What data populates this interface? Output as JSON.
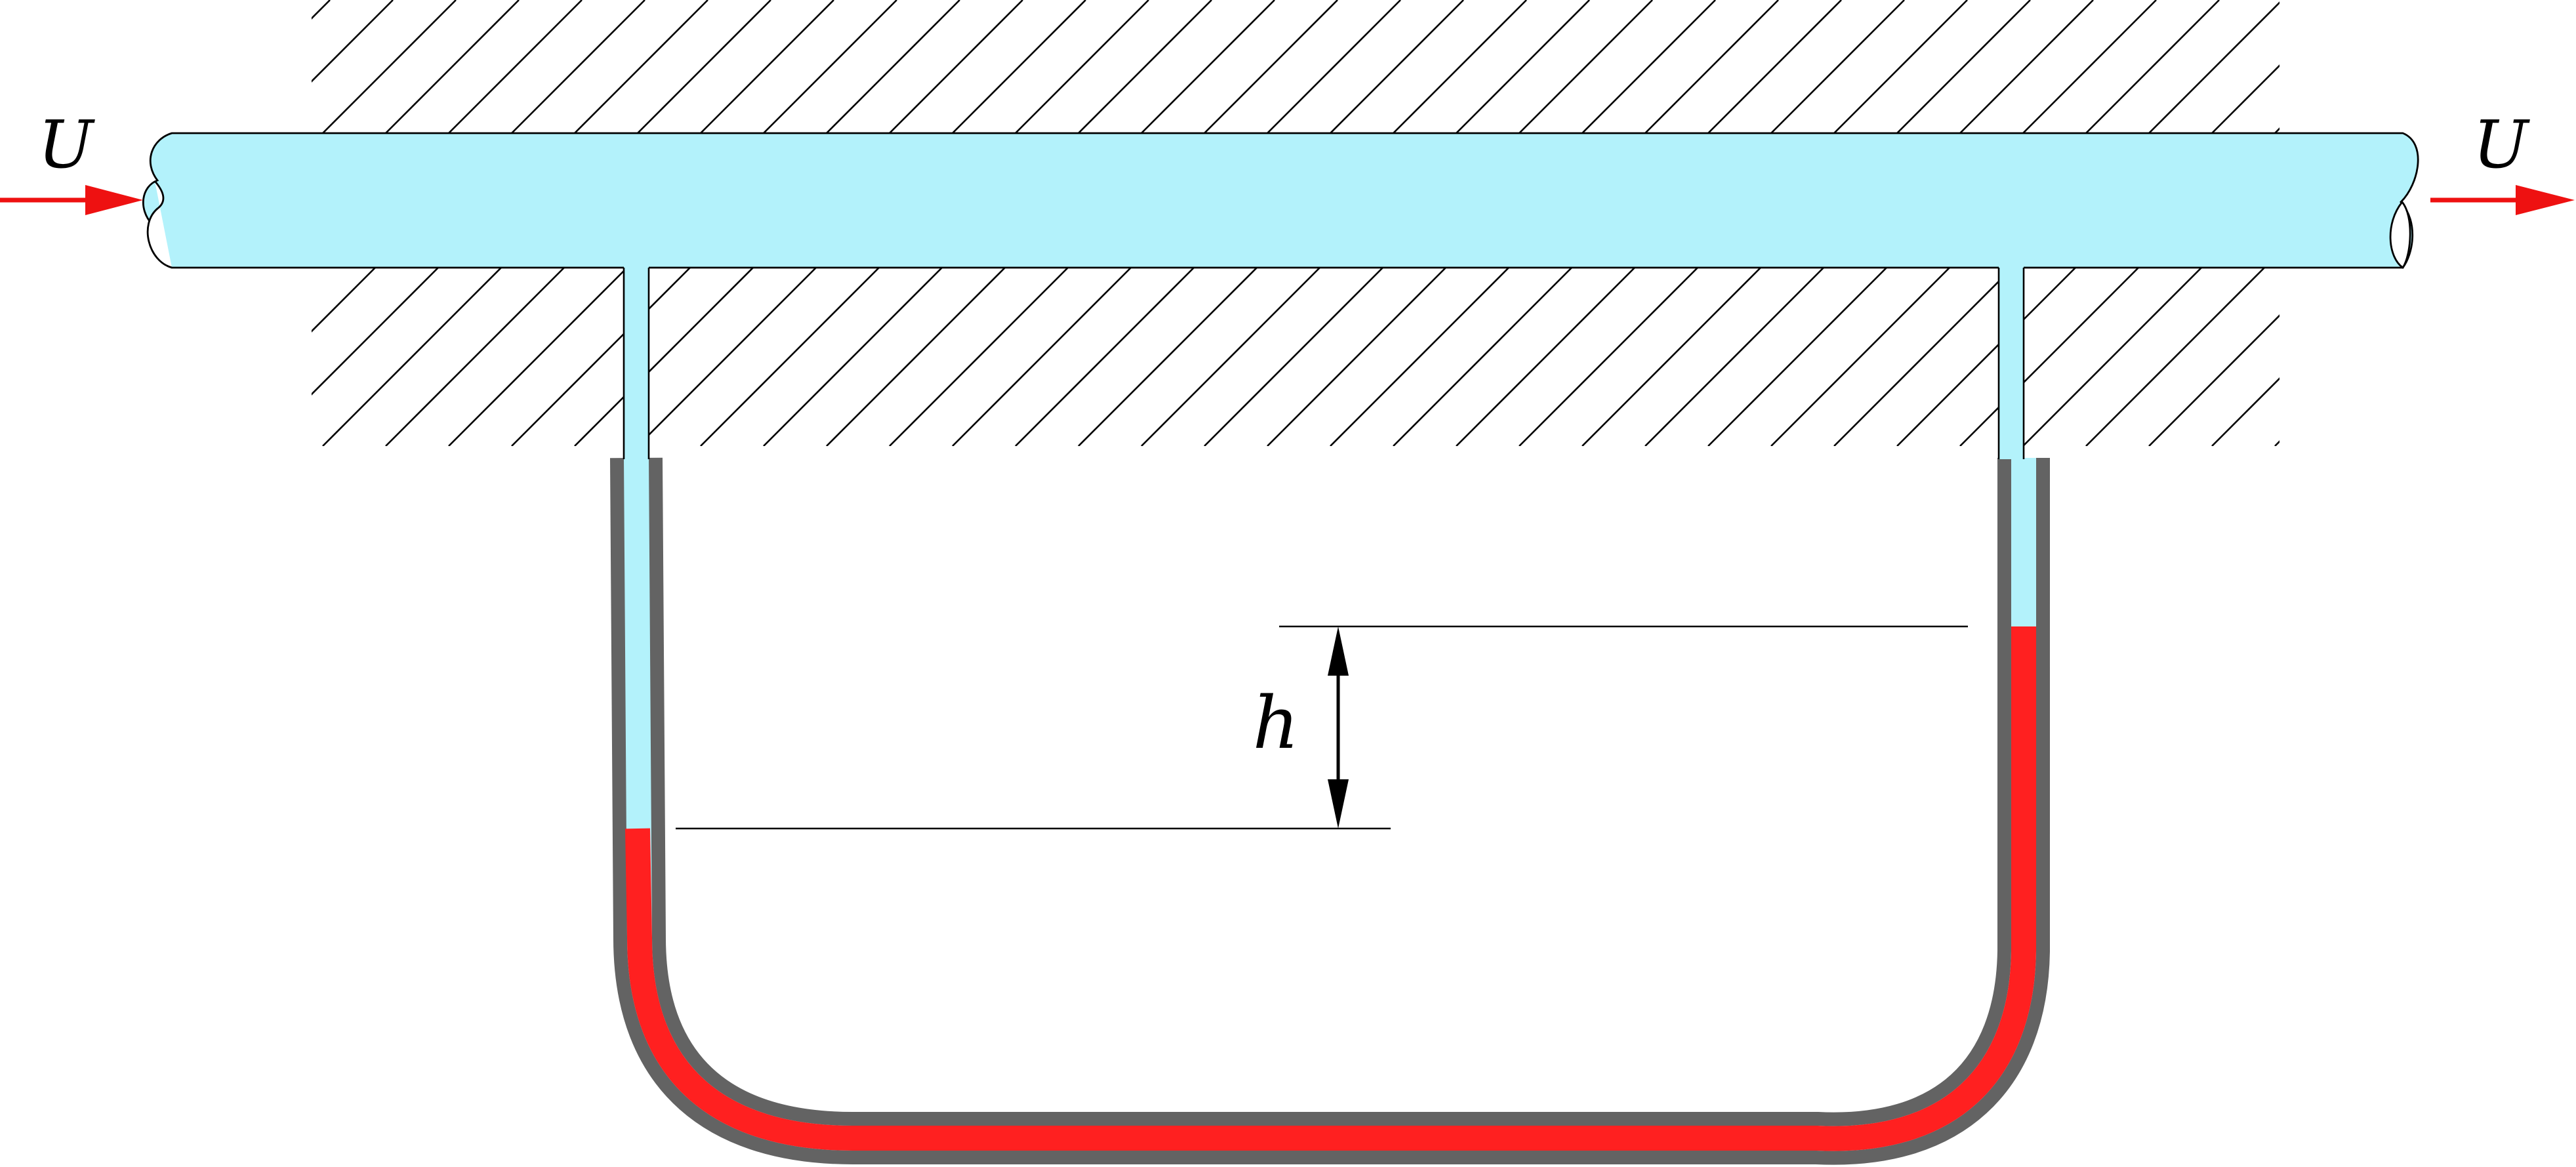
{
  "labels": {
    "inlet_velocity": "U",
    "outlet_velocity": "U",
    "height_difference": "h"
  },
  "colors": {
    "fluid": "#b3f2fb",
    "manometer_liquid": "#ff2020",
    "tube_wall": "#636363",
    "flow_arrow": "#ee1111",
    "hatch": "#000000",
    "outline": "#000000"
  }
}
